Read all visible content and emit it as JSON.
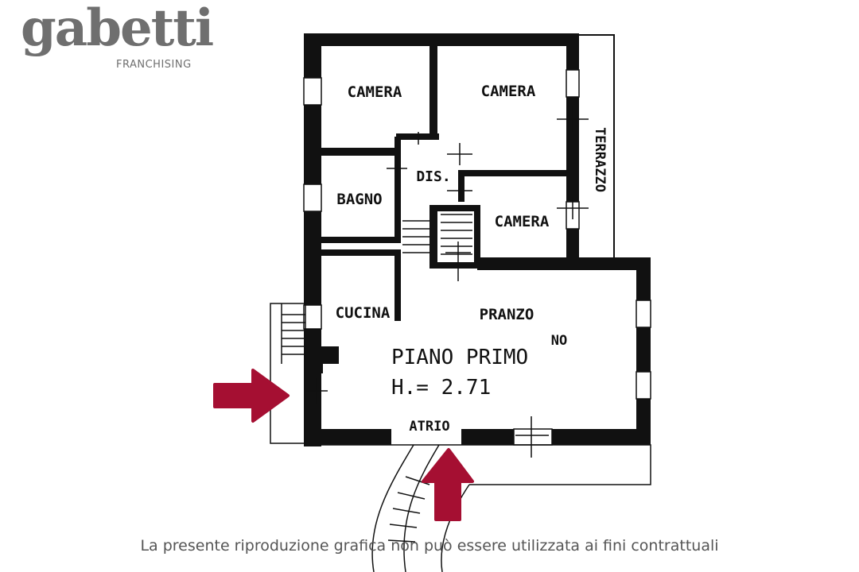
{
  "brand": {
    "name": "gabetti",
    "subtitle": "FRANCHISING"
  },
  "floorplan": {
    "rooms": {
      "camera_top_left": "CAMERA",
      "camera_top_right": "CAMERA",
      "terrazzo": "TERRAZZO",
      "dis": "DIS.",
      "bagno": "BAGNO",
      "camera_mid": "CAMERA",
      "cucina": "CUCINA",
      "pranzo": "PRANZO",
      "no_fragment": "NO",
      "atrio": "ATRIO"
    },
    "floor_label": "PIANO PRIMO",
    "height_label": "H.= 2.71"
  },
  "disclaimer": "La presente riproduzione grafica non può essere utilizzata ai fini contrattuali",
  "colors": {
    "arrow": "#a50f32",
    "wall": "#111111",
    "logo": "#6f6f6f"
  }
}
